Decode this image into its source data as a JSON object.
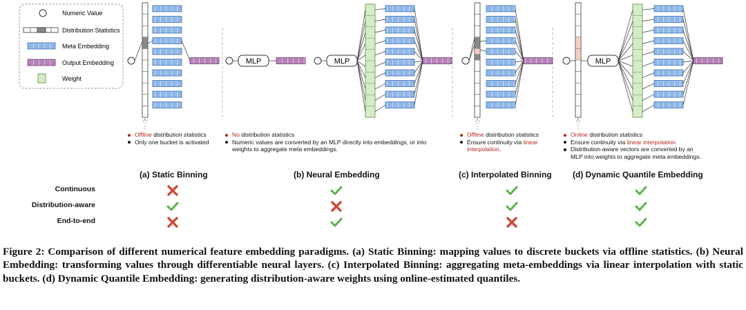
{
  "legend": {
    "numeric_value": "Numeric Value",
    "distribution_statistics": "Distribution Statistics",
    "meta_embedding": "Meta Embedding",
    "output_embedding": "Output Embedding",
    "weight": "Weight"
  },
  "colors": {
    "meta_fill": "#8fb8e8",
    "meta_stroke": "#3e6fb0",
    "output_fill": "#b683b8",
    "output_stroke": "#6d3a70",
    "weight_fill": "#d6ecc6",
    "weight_stroke": "#5c8a4a",
    "highlight_gray": "#888888",
    "highlight_pink": "#f5cfc5",
    "accent_red": "#b0291c",
    "check_green": "#5cb24a",
    "cross_red": "#d04a35"
  },
  "mlp_label": "MLP",
  "panels": {
    "a": {
      "title": "(a) Static Binning",
      "b1_key": "Offline",
      "b1_rest": " distribution statistics",
      "b2": "Only one bucket is activated"
    },
    "b": {
      "title": "(b) Neural Embedding",
      "b1_key": "No",
      "b1_rest": " distribution statistics",
      "b2": "Numeric values are converted by an MLP directly into embeddings, or into weights to aggregate meta embeddings."
    },
    "c": {
      "title": "(c) Interpolated Binning",
      "b1_key": "Offline",
      "b1_rest": " distribution statistics",
      "b2_pre": "Ensure continuity via ",
      "b2_key": "linear interpolation",
      "b2_post": "."
    },
    "d": {
      "title": "(d) Dynamic Quantile Embedding",
      "b1_key": "Online",
      "b1_rest": " distribution statistics",
      "b2_pre": "Ensure continuity via ",
      "b2_key": "linear interpolation",
      "b2_post": ".",
      "b3": "Distribution-aware vectors are converted by an MLP into weights to aggregate meta embeddings."
    }
  },
  "comparison": {
    "rows": [
      "Continuous",
      "Distribution-aware",
      "End-to-end"
    ],
    "columns": [
      "(a) Static Binning",
      "(b) Neural Embedding",
      "(c) Interpolated Binning",
      "(d) Dynamic Quantile Embedding"
    ],
    "values": [
      [
        false,
        true,
        true,
        true
      ],
      [
        true,
        false,
        true,
        true
      ],
      [
        false,
        true,
        false,
        true
      ]
    ]
  },
  "caption": "Figure 2: Comparison of different numerical feature embedding paradigms. (a) Static Binning: mapping values to discrete buckets via offline statistics. (b) Neural Embedding: transforming values through differentiable neural layers. (c) Interpolated Binning: aggregating meta-embeddings via linear interpolation with static buckets. (d) Dynamic Quantile Embedding: generating distribution-aware weights using online-estimated quantiles."
}
